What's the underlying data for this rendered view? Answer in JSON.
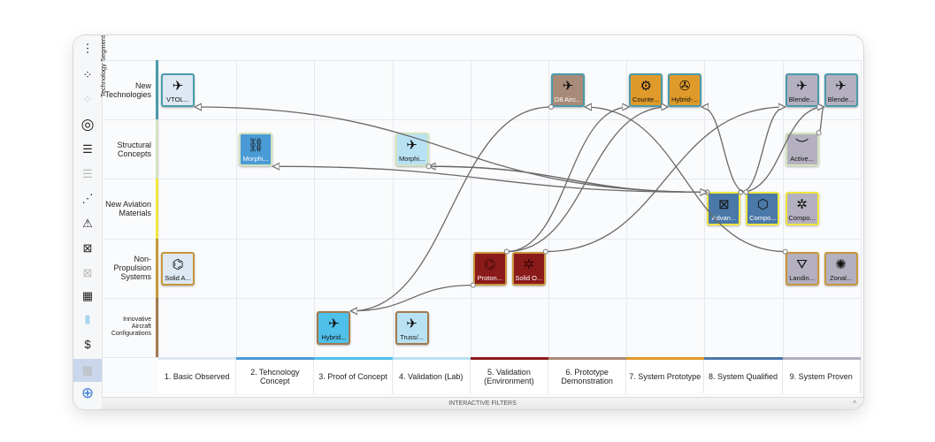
{
  "sidebar": {
    "items": [
      {
        "name": "more-menu-icon",
        "glyph": "⋮"
      },
      {
        "name": "scatter-network-icon",
        "glyph": "⁘"
      },
      {
        "name": "scatter-network-faded-icon",
        "glyph": "⁘"
      },
      {
        "name": "target-icon",
        "glyph": "◎"
      },
      {
        "name": "bars-left-icon",
        "glyph": "☰"
      },
      {
        "name": "bars-left-faded-icon",
        "glyph": "☰"
      },
      {
        "name": "line-trend-icon",
        "glyph": "⋰"
      },
      {
        "name": "warning-icon",
        "glyph": "⚠"
      },
      {
        "name": "x-box-icon",
        "glyph": "⊠"
      },
      {
        "name": "x-box-faded-icon",
        "glyph": "⊠"
      },
      {
        "name": "heatmap-icon",
        "glyph": "▦"
      },
      {
        "name": "bar-chart-icon",
        "glyph": "▮"
      },
      {
        "name": "money-hand-icon",
        "glyph": "$"
      },
      {
        "name": "matrix-view-icon",
        "glyph": "▦"
      },
      {
        "name": "add-icon",
        "glyph": "⊕"
      }
    ]
  },
  "axis": {
    "y_title": "Technology Segment",
    "x_title": "Readiness (TRL)"
  },
  "rows": [
    {
      "label": "New Technologies",
      "color": "#4a9aaa"
    },
    {
      "label": "Structural Concepts",
      "color": "#d2e4be"
    },
    {
      "label": "New Aviation Materials",
      "color": "#f0e640"
    },
    {
      "label": "Non-Propulsion Systems",
      "color": "#c8963c"
    },
    {
      "label": "Innovative Aircraft Configurations",
      "color": "#a07a50"
    }
  ],
  "columns": [
    {
      "label": "1. Basic Observed",
      "color": "#dde8f2"
    },
    {
      "label": "2. Tehcnology Concept",
      "color": "#4a9ad6"
    },
    {
      "label": "3. Proof of Concept",
      "color": "#4fc0ea"
    },
    {
      "label": "4. Validation (Lab)",
      "color": "#b8e2f4"
    },
    {
      "label": "5. Validation (Environment)",
      "color": "#8b1a1a"
    },
    {
      "label": "6. Prototype Demonstration",
      "color": "#a88a78"
    },
    {
      "label": "7. System Prototype",
      "color": "#e09a2a"
    },
    {
      "label": "8. System Qualified",
      "color": "#4a78a8"
    },
    {
      "label": "9. System Proven",
      "color": "#b4b0c0"
    }
  ],
  "filters": {
    "label": "INTERACTIVE FILTERS"
  },
  "nodes": [
    {
      "id": "vtol",
      "label": "VTOL...",
      "trl": 1,
      "segment": 0,
      "slot": 0,
      "icon": "✈"
    },
    {
      "id": "d8",
      "label": "D8 Airc...",
      "trl": 6,
      "segment": 0,
      "slot": 0,
      "icon": "✈"
    },
    {
      "id": "counte",
      "label": "Counte...",
      "trl": 7,
      "segment": 0,
      "slot": 0,
      "icon": "⚙"
    },
    {
      "id": "hybrid7",
      "label": "Hybrid-...",
      "trl": 7,
      "segment": 0,
      "slot": 1,
      "icon": "✇"
    },
    {
      "id": "blende1",
      "label": "Blende...",
      "trl": 9,
      "segment": 0,
      "slot": 0,
      "icon": "✈"
    },
    {
      "id": "blende2",
      "label": "Blende...",
      "trl": 9,
      "segment": 0,
      "slot": 1,
      "icon": "✈"
    },
    {
      "id": "morphi2",
      "label": "Morphi...",
      "trl": 2,
      "segment": 1,
      "slot": 0,
      "icon": "⛓"
    },
    {
      "id": "morphi4",
      "label": "Morphi...",
      "trl": 4,
      "segment": 1,
      "slot": 0,
      "icon": "✈"
    },
    {
      "id": "active",
      "label": "Active...",
      "trl": 9,
      "segment": 1,
      "slot": 0,
      "icon": "︶"
    },
    {
      "id": "advan",
      "label": "Advan...",
      "trl": 8,
      "segment": 2,
      "slot": 0,
      "icon": "⊠"
    },
    {
      "id": "compo8",
      "label": "Compo...",
      "trl": 8,
      "segment": 2,
      "slot": 1,
      "icon": "⬡"
    },
    {
      "id": "compo9",
      "label": "Compo...",
      "trl": 9,
      "segment": 2,
      "slot": 0,
      "icon": "✲"
    },
    {
      "id": "solida",
      "label": "Solid A...",
      "trl": 1,
      "segment": 3,
      "slot": 0,
      "icon": "⌬"
    },
    {
      "id": "proton",
      "label": "Proton...",
      "trl": 5,
      "segment": 3,
      "slot": 0,
      "icon": "⌬"
    },
    {
      "id": "solido",
      "label": "Solid O...",
      "trl": 5,
      "segment": 3,
      "slot": 1,
      "icon": "✲"
    },
    {
      "id": "landin",
      "label": "Landin...",
      "trl": 9,
      "segment": 3,
      "slot": 0,
      "icon": "⛛"
    },
    {
      "id": "zonal",
      "label": "Zonal...",
      "trl": 9,
      "segment": 3,
      "slot": 1,
      "icon": "✺"
    },
    {
      "id": "hybrid3",
      "label": "Hybrid...",
      "trl": 3,
      "segment": 4,
      "slot": 0,
      "icon": "✈"
    },
    {
      "id": "truss",
      "label": "Truss/...",
      "trl": 4,
      "segment": 4,
      "slot": 0,
      "icon": "✈"
    }
  ],
  "edges": [
    {
      "from": "advan",
      "to": "vtol"
    },
    {
      "from": "advan",
      "to": "morphi2"
    },
    {
      "from": "advan",
      "to": "morphi4"
    },
    {
      "from": "morphi4",
      "to": "advan"
    },
    {
      "from": "d8",
      "to": "hybrid3"
    },
    {
      "from": "proton",
      "to": "counte"
    },
    {
      "from": "proton",
      "to": "hybrid7"
    },
    {
      "from": "solido",
      "to": "blende1"
    },
    {
      "from": "proton",
      "to": "hybrid3"
    },
    {
      "from": "advan",
      "to": "blende1"
    },
    {
      "from": "advan",
      "to": "blende2"
    },
    {
      "from": "compo8",
      "to": "hybrid7"
    },
    {
      "from": "active",
      "to": "blende2"
    },
    {
      "from": "landin",
      "to": "d8"
    }
  ]
}
